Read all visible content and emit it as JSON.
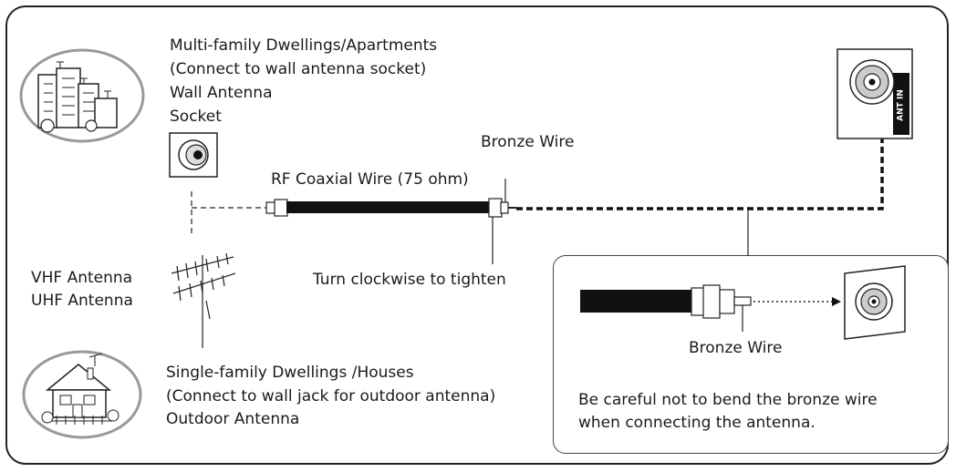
{
  "apartments": {
    "lines": [
      "Multi-family Dwellings/Apartments",
      "(Connect to wall antenna socket)",
      "Wall Antenna",
      "Socket"
    ]
  },
  "houses": {
    "lines": [
      "Single-family Dwellings /Houses",
      "(Connect to wall jack for outdoor antenna)",
      "Outdoor Antenna"
    ]
  },
  "antennas": {
    "vhf": "VHF Antenna",
    "uhf": "UHF Antenna"
  },
  "cable": {
    "rf_label": "RF Coaxial Wire (75 ohm)",
    "bronze_label": "Bronze Wire",
    "tighten_label": "Turn clockwise to tighten"
  },
  "tv_port": {
    "label": "ANT IN"
  },
  "inset": {
    "bronze_label": "Bronze Wire",
    "caution_lines": [
      "Be careful not to bend the bronze wire",
      "when connecting the antenna."
    ]
  }
}
